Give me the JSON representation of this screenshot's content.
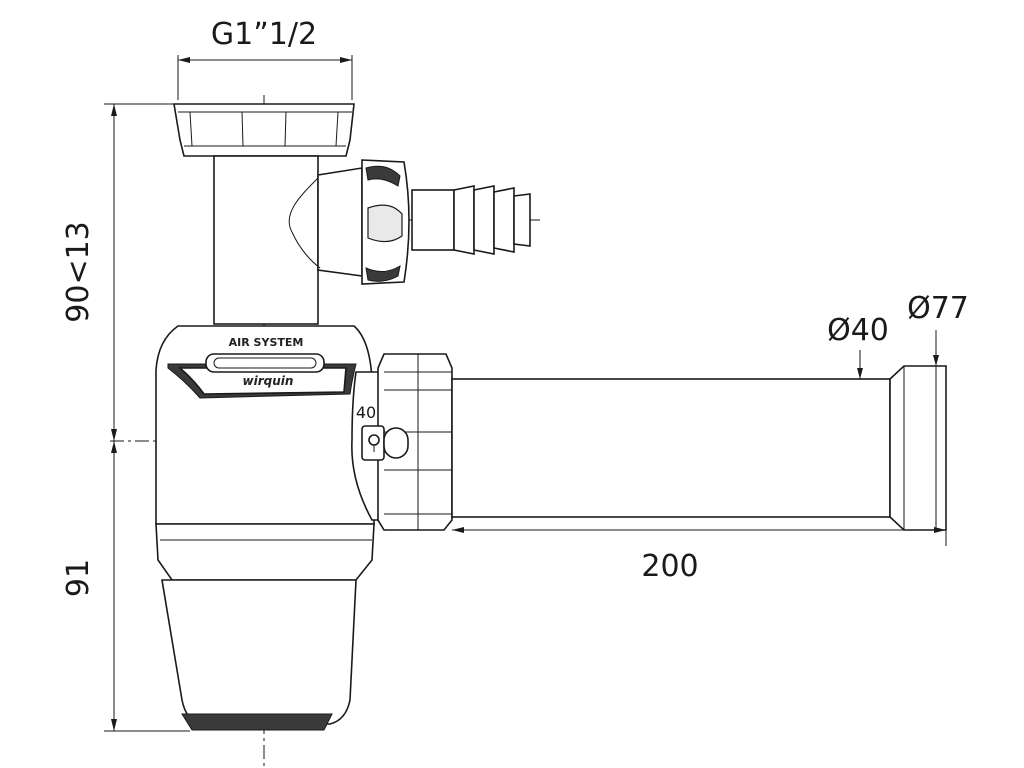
{
  "dimensions": {
    "thread": "G1”1/2",
    "height_upper": "90<13",
    "height_lower": "91",
    "pipe_diameter": "Ø40",
    "outlet_diameter": "Ø77",
    "pipe_length": "200"
  },
  "labels": {
    "brand_top": "AIR SYSTEM",
    "brand_name": "wirquin",
    "nut_marking": "40"
  }
}
